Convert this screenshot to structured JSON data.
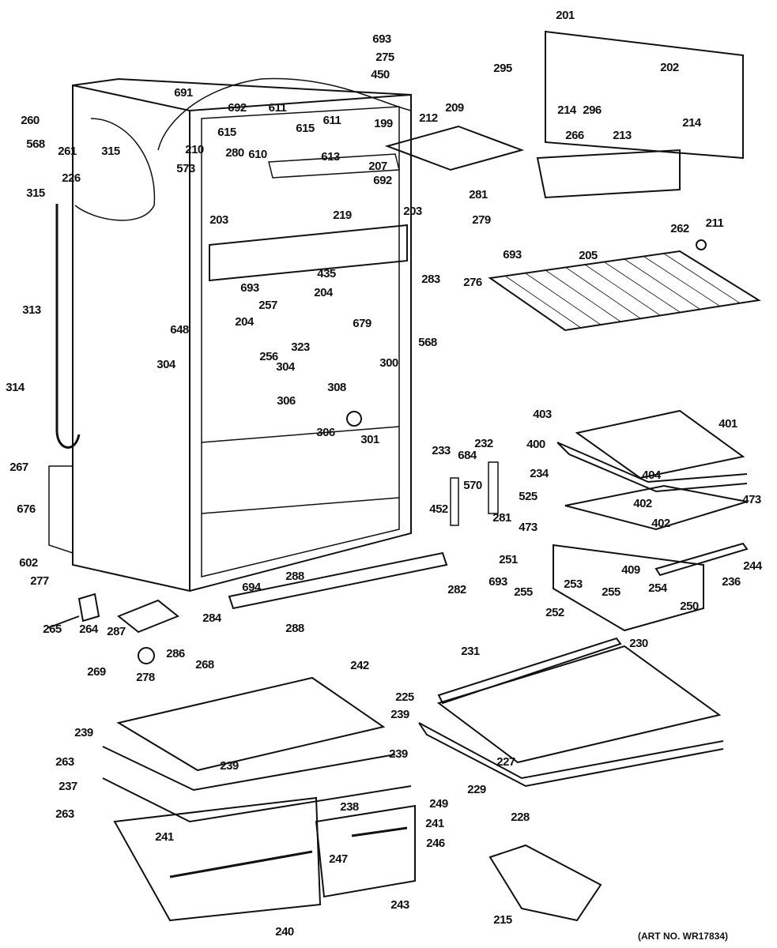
{
  "diagram": {
    "type": "exploded parts diagram",
    "art_number": "(ART NO. WR17834)",
    "line_color": "#111111",
    "labels": [
      "693",
      "275",
      "450",
      "201",
      "295",
      "202",
      "691",
      "692",
      "611",
      "611",
      "199",
      "260",
      "568",
      "261",
      "214",
      "296",
      "214",
      "209",
      "212",
      "615",
      "615",
      "610",
      "613",
      "315",
      "315",
      "210",
      "280",
      "573",
      "266",
      "213",
      "207",
      "226",
      "692",
      "281",
      "279",
      "262",
      "211",
      "203",
      "203",
      "219",
      "205",
      "283",
      "276",
      "693",
      "693",
      "435",
      "204",
      "257",
      "313",
      "204",
      "679",
      "648",
      "568",
      "256",
      "323",
      "304",
      "304",
      "300",
      "308",
      "306",
      "306",
      "314",
      "301",
      "403",
      "401",
      "400",
      "233",
      "232",
      "684",
      "234",
      "404",
      "267",
      "525",
      "570",
      "473",
      "402",
      "402",
      "676",
      "452",
      "281",
      "473",
      "251",
      "244",
      "602",
      "277",
      "288",
      "694",
      "282",
      "693",
      "409",
      "254",
      "236",
      "255",
      "253",
      "255",
      "250",
      "284",
      "265",
      "264",
      "287",
      "288",
      "252",
      "286",
      "268",
      "269",
      "278",
      "231",
      "230",
      "242",
      "225",
      "239",
      "239",
      "263",
      "239",
      "239",
      "227",
      "229",
      "237",
      "263",
      "249",
      "228",
      "238",
      "241",
      "241",
      "246",
      "247",
      "243",
      "240",
      "215"
    ]
  }
}
